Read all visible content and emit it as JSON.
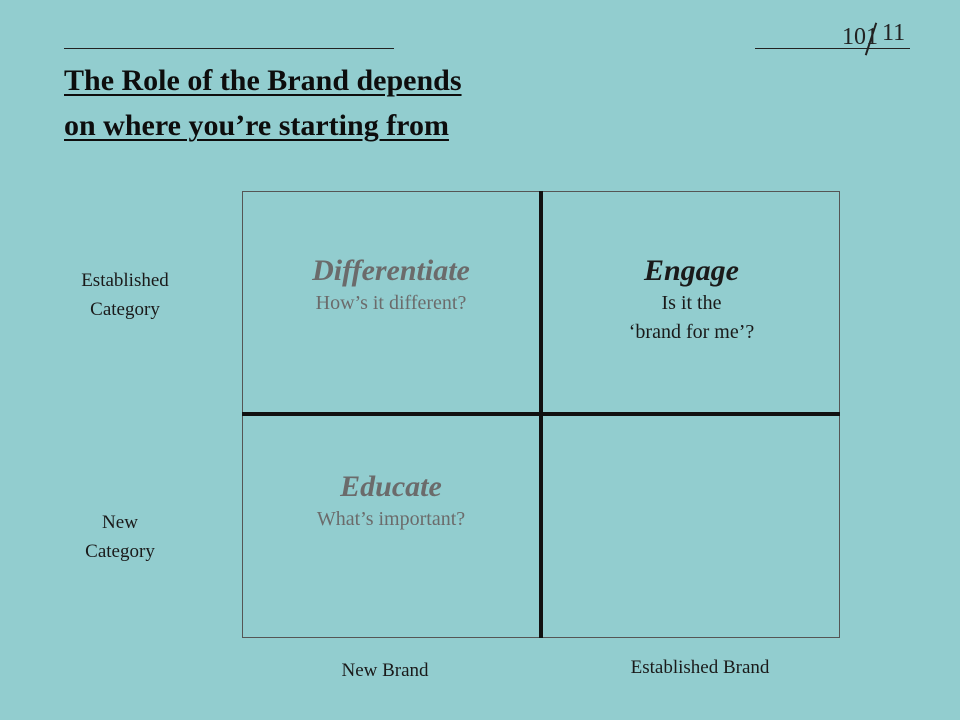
{
  "title": {
    "line1": "The Role of the Brand depends",
    "line2": "on where you’re starting from"
  },
  "logo": {
    "left": "101",
    "right": "11"
  },
  "matrix": {
    "row_labels": {
      "top_line1": "Established",
      "top_line2": "Category",
      "bottom_line1": "New",
      "bottom_line2": "Category"
    },
    "col_labels": {
      "left": "New Brand",
      "right": "Established Brand"
    },
    "cells": {
      "top_left": {
        "heading": "Differentiate",
        "subtitle": "How’s it different?"
      },
      "top_right": {
        "heading": "Engage",
        "subtitle_line1": "Is it the",
        "subtitle_line2": "‘brand for me’?"
      },
      "bottom_left": {
        "heading": "Educate",
        "subtitle": "What’s important?"
      },
      "bottom_right": {
        "heading": "",
        "subtitle": ""
      }
    }
  },
  "colors": {
    "background": "#92cdcf",
    "muted_text": "#6b6b6b",
    "dark_text": "#1a1a1a"
  }
}
